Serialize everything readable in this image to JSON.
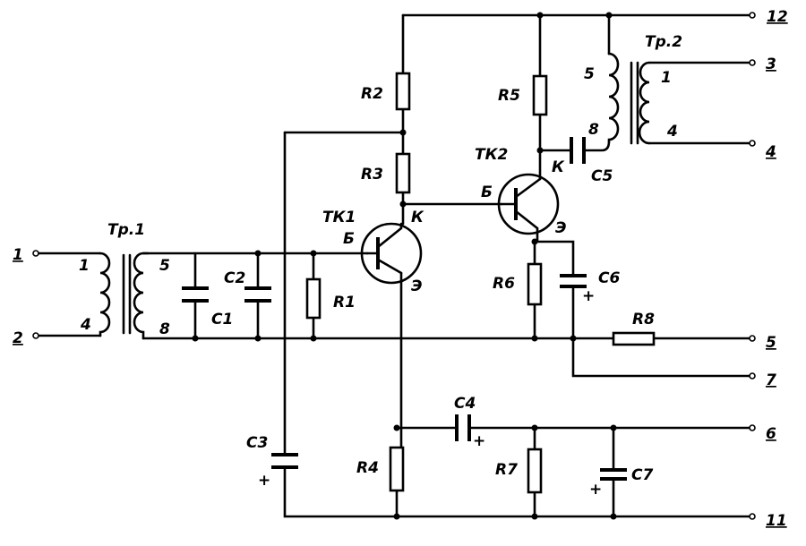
{
  "transformers": {
    "tr1": "Тр.1",
    "tr2": "Тр.2"
  },
  "transistors": {
    "tk1": "ТК1",
    "tk2": "ТК2"
  },
  "pins": {
    "base": "Б",
    "collector": "К",
    "emitter": "Э"
  },
  "resistors": [
    "R1",
    "R2",
    "R3",
    "R4",
    "R5",
    "R6",
    "R7",
    "R8"
  ],
  "capacitors": [
    "C1",
    "C2",
    "C3",
    "C4",
    "C5",
    "C6",
    "C7"
  ],
  "windings": {
    "tr1_primary_top": "1",
    "tr1_primary_bottom": "4",
    "tr1_secondary_top": "5",
    "tr1_secondary_bottom": "8",
    "tr2_primary_top": "5",
    "tr2_primary_bottom": "8",
    "tr2_secondary_top": "1",
    "tr2_secondary_bottom": "4"
  },
  "terminals": {
    "t1": "1",
    "t2": "2",
    "t3": "3",
    "t4": "4",
    "t5": "5",
    "t6": "6",
    "t7": "7",
    "t11": "11",
    "t12": "12"
  },
  "polarity": "+"
}
